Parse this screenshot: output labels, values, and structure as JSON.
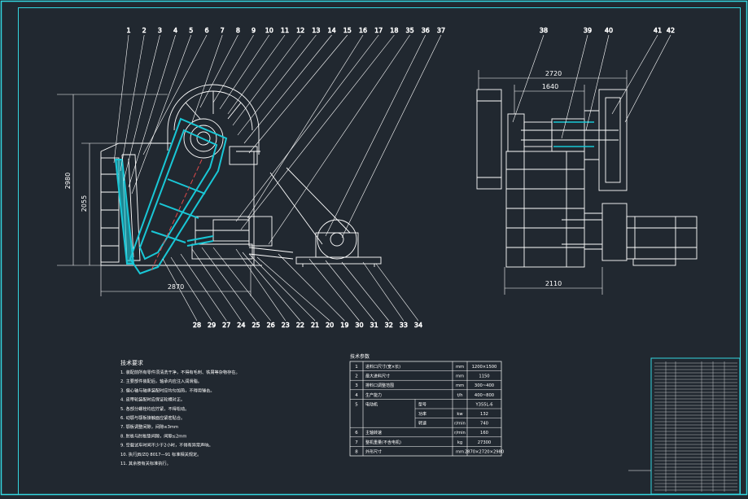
{
  "colors": {
    "background": "#212830",
    "line": "#ffffff",
    "frame": "#33d6e0",
    "highlight": "#19c7d6",
    "center_line": "#e04a4a"
  },
  "front_view": {
    "part_numbers_top": [
      "1",
      "2",
      "3",
      "4",
      "5",
      "6",
      "7",
      "8",
      "9",
      "10",
      "11",
      "12",
      "13",
      "14",
      "15",
      "16",
      "17",
      "18",
      "35",
      "36",
      "37"
    ],
    "part_numbers_bottom": [
      "28",
      "29",
      "27",
      "24",
      "25",
      "26",
      "23",
      "22",
      "21",
      "20",
      "19",
      "30",
      "31",
      "32",
      "33",
      "34"
    ],
    "dim_height_total": "2980",
    "dim_height_inner": "2055",
    "dim_width": "2870"
  },
  "side_view": {
    "part_numbers_top": [
      "38",
      "39",
      "40",
      "41",
      "42"
    ],
    "dim_top_overall": "2720",
    "dim_top_inner": "1640",
    "dim_bottom": "2110"
  },
  "tech_notes": {
    "title": "技术要求",
    "items": [
      "1. 装配前所有零件须清洗干净，不得有毛刺、铁屑等杂物存在。",
      "2. 主要部件装配后，轴承内应注入润滑脂。",
      "3. 偏心轴与轴承装配时应均匀加热，不得用锤击。",
      "4. 皮带轮装配时应保证轮槽对正。",
      "5. 各部分螺栓均应拧紧，不得松动。",
      "6. 动颚与颚板接触面应紧密贴合。",
      "7. 颚板调整间隙，间隙≤3mm",
      "8. 肘板与肘板垫间隙，间隙≤2mm",
      "9. 空载试车时间不少于2小时，不得有异常声响。",
      "10. 执行JB/ZQ 8017—91 标准相关规定。",
      "11. 其余按有关标准执行。"
    ]
  },
  "spec_table": {
    "title": "技术参数",
    "rows": [
      {
        "no": "1",
        "name": "进料口尺寸(宽×长)",
        "sub": "",
        "unit": "mm",
        "value": "1200×1500"
      },
      {
        "no": "2",
        "name": "最大进料尺寸",
        "sub": "",
        "unit": "mm",
        "value": "1150"
      },
      {
        "no": "3",
        "name": "排料口调整范围",
        "sub": "",
        "unit": "mm",
        "value": "300~400"
      },
      {
        "no": "4",
        "name": "生产能力",
        "sub": "",
        "unit": "t/h",
        "value": "400~800"
      },
      {
        "no": "5",
        "name": "电动机",
        "sub": "型号",
        "unit": "",
        "value": "Y355L-6"
      },
      {
        "no": "",
        "name": "",
        "sub": "功率",
        "unit": "kw",
        "value": "132"
      },
      {
        "no": "",
        "name": "",
        "sub": "转速",
        "unit": "r/min",
        "value": "740"
      },
      {
        "no": "6",
        "name": "主轴转速",
        "sub": "",
        "unit": "r/min",
        "value": "160"
      },
      {
        "no": "7",
        "name": "整机重量(不含电机)",
        "sub": "",
        "unit": "kg",
        "value": "27300"
      },
      {
        "no": "8",
        "name": "外形尺寸",
        "sub": "",
        "unit": "mm",
        "value": "2870×2720×2980"
      }
    ]
  }
}
